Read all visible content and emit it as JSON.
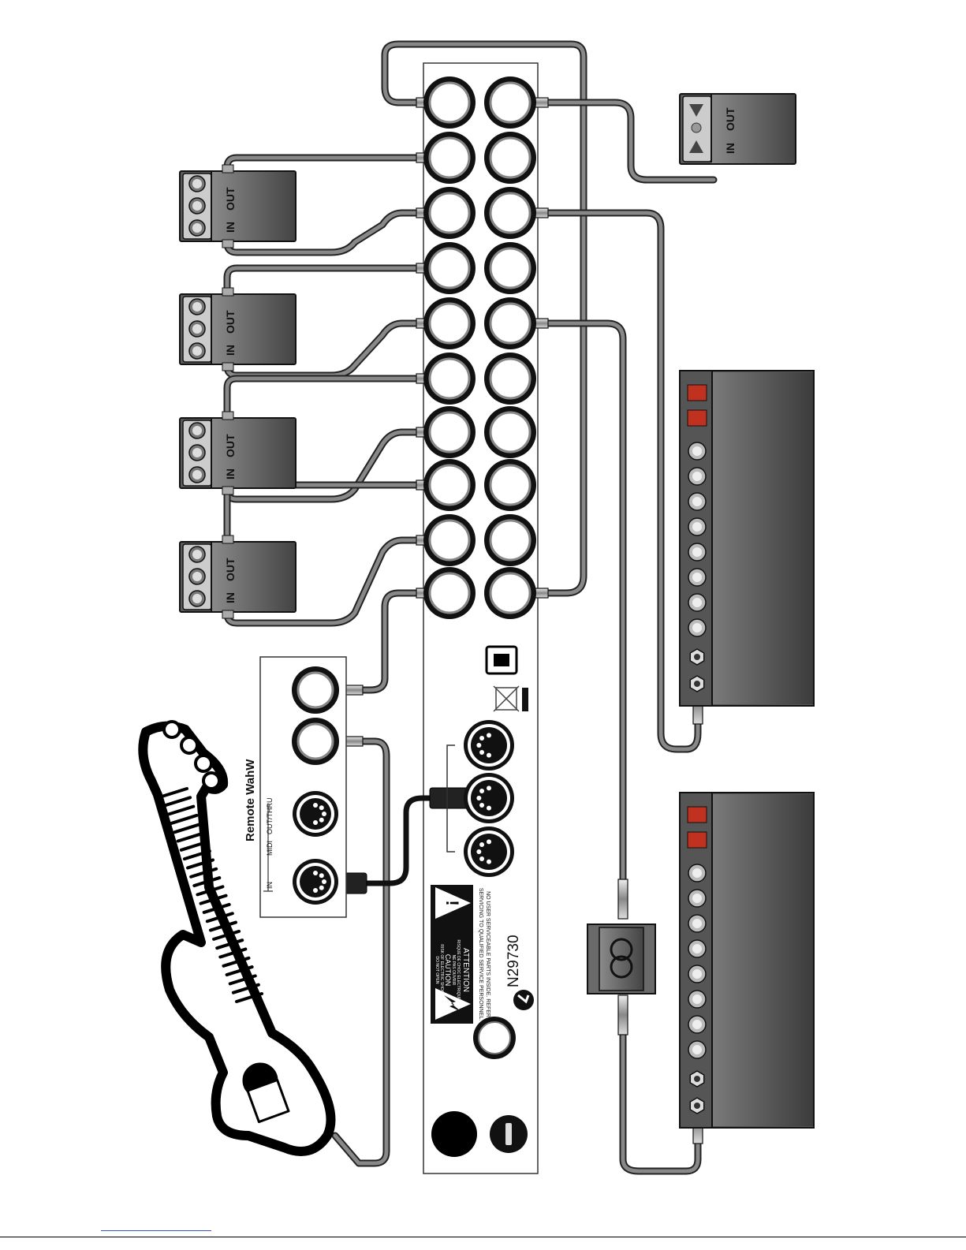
{
  "pedal": {
    "in_label": "IN",
    "out_label": "OUT"
  },
  "rack": {
    "serial": "N29730",
    "warning_line1": "ATTENTION",
    "warning_line2": "RISQUE DE CHOC ELECTRIQUE",
    "warning_line3": "NE PAS OUVRIR",
    "warning_line4": "CAUTION",
    "warning_line5": "RISK OF ELECTRIC SHOCK",
    "warning_line6": "DO NOT OPEN",
    "service_line1": "NO USER SERVICEABLE PARTS INSIDE. REFER",
    "service_line2": "SERVICING TO QUALIFIED SERVICE PERSONNEL."
  },
  "remote": {
    "title": "Remote WahW",
    "midi_label": "MIDI",
    "in_label": "IN",
    "out_thru_label": "OUT/THRU"
  },
  "colors": {
    "cable": "#888888",
    "cable_outline": "#222222",
    "amp_body": "#555555",
    "amp_led": "#c0311f",
    "pedal_body": "#5a5a5a",
    "panel_bg": "#ffffff"
  }
}
